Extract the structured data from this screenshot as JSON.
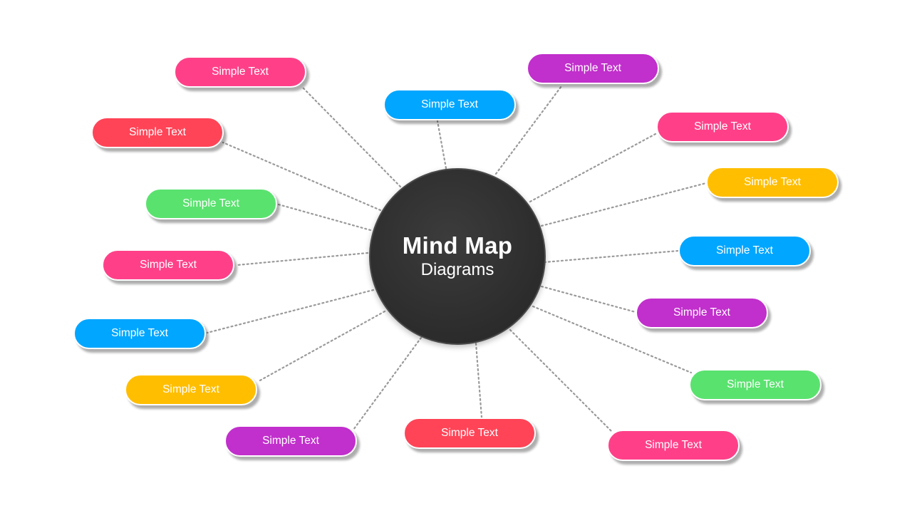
{
  "hub": {
    "title": "Mind Map",
    "subtitle": "Diagrams"
  },
  "colors": {
    "pink": "#ff4089",
    "red": "#ff4457",
    "blue": "#00a6ff",
    "purple": "#c12fcc",
    "green": "#5ae26f",
    "yellow": "#ffbe00"
  },
  "nodes": [
    {
      "label": "Simple Text",
      "color": "#ff4089"
    },
    {
      "label": "Simple Text",
      "color": "#ff4457"
    },
    {
      "label": "Simple Text",
      "color": "#5ae26f"
    },
    {
      "label": "Simple Text",
      "color": "#ff4089"
    },
    {
      "label": "Simple Text",
      "color": "#00a6ff"
    },
    {
      "label": "Simple Text",
      "color": "#ffbe00"
    },
    {
      "label": "Simple Text",
      "color": "#c12fcc"
    },
    {
      "label": "Simple Text",
      "color": "#00a6ff"
    },
    {
      "label": "Simple Text",
      "color": "#ff4457"
    },
    {
      "label": "Simple Text",
      "color": "#c12fcc"
    },
    {
      "label": "Simple Text",
      "color": "#ff4089"
    },
    {
      "label": "Simple Text",
      "color": "#ffbe00"
    },
    {
      "label": "Simple Text",
      "color": "#00a6ff"
    },
    {
      "label": "Simple Text",
      "color": "#c12fcc"
    },
    {
      "label": "Simple Text",
      "color": "#5ae26f"
    },
    {
      "label": "Simple Text",
      "color": "#ff4089"
    }
  ]
}
